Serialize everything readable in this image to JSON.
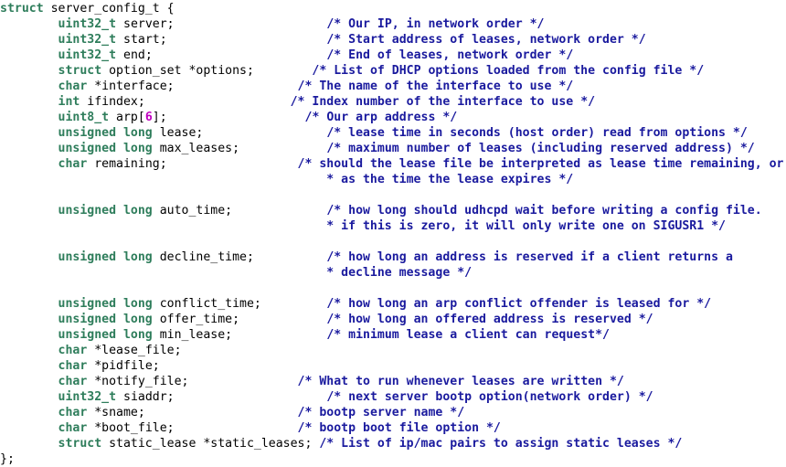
{
  "document": {
    "language": "C",
    "struct_name": "server_config_t",
    "colors": {
      "background": "#ffffff",
      "plain": "#000000",
      "keyword": "#2e7d5b",
      "comment": "#1a1a9e",
      "number": "#c000c0"
    },
    "indent_unit": "        ",
    "comment_column": 44
  },
  "lines": [
    {
      "index": 0,
      "tokens": [
        {
          "t": "keyword",
          "s": "struct"
        },
        {
          "t": "plain",
          "s": " server_config_t {"
        }
      ]
    },
    {
      "index": 1,
      "tokens": [
        {
          "t": "plain",
          "s": "        "
        },
        {
          "t": "keyword",
          "s": "uint32_t"
        },
        {
          "t": "plain",
          "s": " server;                     "
        },
        {
          "t": "comment",
          "s": "/* Our IP, in network order */"
        }
      ]
    },
    {
      "index": 2,
      "tokens": [
        {
          "t": "plain",
          "s": "        "
        },
        {
          "t": "keyword",
          "s": "uint32_t"
        },
        {
          "t": "plain",
          "s": " start;                      "
        },
        {
          "t": "comment",
          "s": "/* Start address of leases, network order */"
        }
      ]
    },
    {
      "index": 3,
      "tokens": [
        {
          "t": "plain",
          "s": "        "
        },
        {
          "t": "keyword",
          "s": "uint32_t"
        },
        {
          "t": "plain",
          "s": " end;                        "
        },
        {
          "t": "comment",
          "s": "/* End of leases, network order */"
        }
      ]
    },
    {
      "index": 4,
      "tokens": [
        {
          "t": "plain",
          "s": "        "
        },
        {
          "t": "keyword",
          "s": "struct"
        },
        {
          "t": "plain",
          "s": " option_set *options;        "
        },
        {
          "t": "comment",
          "s": "/* List of DHCP options loaded from the config file */"
        }
      ]
    },
    {
      "index": 5,
      "tokens": [
        {
          "t": "plain",
          "s": "        "
        },
        {
          "t": "keyword",
          "s": "char"
        },
        {
          "t": "plain",
          "s": " *interface;                 "
        },
        {
          "t": "comment",
          "s": "/* The name of the interface to use */"
        }
      ]
    },
    {
      "index": 6,
      "tokens": [
        {
          "t": "plain",
          "s": "        "
        },
        {
          "t": "keyword",
          "s": "int"
        },
        {
          "t": "plain",
          "s": " ifindex;                    "
        },
        {
          "t": "comment",
          "s": "/* Index number of the interface to use */"
        }
      ]
    },
    {
      "index": 7,
      "tokens": [
        {
          "t": "plain",
          "s": "        "
        },
        {
          "t": "keyword",
          "s": "uint8_t"
        },
        {
          "t": "plain",
          "s": " arp["
        },
        {
          "t": "number",
          "s": "6"
        },
        {
          "t": "plain",
          "s": "];                   "
        },
        {
          "t": "comment",
          "s": "/* Our arp address */"
        }
      ]
    },
    {
      "index": 8,
      "tokens": [
        {
          "t": "plain",
          "s": "        "
        },
        {
          "t": "keyword",
          "s": "unsigned long"
        },
        {
          "t": "plain",
          "s": " lease;                 "
        },
        {
          "t": "comment",
          "s": "/* lease time in seconds (host order) read from options */"
        }
      ]
    },
    {
      "index": 9,
      "tokens": [
        {
          "t": "plain",
          "s": "        "
        },
        {
          "t": "keyword",
          "s": "unsigned long"
        },
        {
          "t": "plain",
          "s": " max_leases;            "
        },
        {
          "t": "comment",
          "s": "/* maximum number of leases (including reserved address) */"
        }
      ]
    },
    {
      "index": 10,
      "tokens": [
        {
          "t": "plain",
          "s": "        "
        },
        {
          "t": "keyword",
          "s": "char"
        },
        {
          "t": "plain",
          "s": " remaining;                  "
        },
        {
          "t": "comment",
          "s": "/* should the lease file be interpreted as lease time remaining, or"
        }
      ]
    },
    {
      "index": 11,
      "tokens": [
        {
          "t": "plain",
          "s": "                                            "
        },
        {
          "t": "comment",
          "s": " * as the time the lease expires */"
        }
      ]
    },
    {
      "index": 12,
      "tokens": [
        {
          "t": "plain",
          "s": ""
        }
      ]
    },
    {
      "index": 13,
      "tokens": [
        {
          "t": "plain",
          "s": "        "
        },
        {
          "t": "keyword",
          "s": "unsigned long"
        },
        {
          "t": "plain",
          "s": " auto_time;             "
        },
        {
          "t": "comment",
          "s": "/* how long should udhcpd wait before writing a config file."
        }
      ]
    },
    {
      "index": 14,
      "tokens": [
        {
          "t": "plain",
          "s": "                                            "
        },
        {
          "t": "comment",
          "s": " * if this is zero, it will only write one on SIGUSR1 */"
        }
      ]
    },
    {
      "index": 15,
      "tokens": [
        {
          "t": "plain",
          "s": ""
        }
      ]
    },
    {
      "index": 16,
      "tokens": [
        {
          "t": "plain",
          "s": "        "
        },
        {
          "t": "keyword",
          "s": "unsigned long"
        },
        {
          "t": "plain",
          "s": " decline_time;          "
        },
        {
          "t": "comment",
          "s": "/* how long an address is reserved if a client returns a"
        }
      ]
    },
    {
      "index": 17,
      "tokens": [
        {
          "t": "plain",
          "s": "                                            "
        },
        {
          "t": "comment",
          "s": " * decline message */"
        }
      ]
    },
    {
      "index": 18,
      "tokens": [
        {
          "t": "plain",
          "s": ""
        }
      ]
    },
    {
      "index": 19,
      "tokens": [
        {
          "t": "plain",
          "s": "        "
        },
        {
          "t": "keyword",
          "s": "unsigned long"
        },
        {
          "t": "plain",
          "s": " conflict_time;         "
        },
        {
          "t": "comment",
          "s": "/* how long an arp conflict offender is leased for */"
        }
      ]
    },
    {
      "index": 20,
      "tokens": [
        {
          "t": "plain",
          "s": "        "
        },
        {
          "t": "keyword",
          "s": "unsigned long"
        },
        {
          "t": "plain",
          "s": " offer_time;            "
        },
        {
          "t": "comment",
          "s": "/* how long an offered address is reserved */"
        }
      ]
    },
    {
      "index": 21,
      "tokens": [
        {
          "t": "plain",
          "s": "        "
        },
        {
          "t": "keyword",
          "s": "unsigned long"
        },
        {
          "t": "plain",
          "s": " min_lease;             "
        },
        {
          "t": "comment",
          "s": "/* minimum lease a client can request*/"
        }
      ]
    },
    {
      "index": 22,
      "tokens": [
        {
          "t": "plain",
          "s": "        "
        },
        {
          "t": "keyword",
          "s": "char"
        },
        {
          "t": "plain",
          "s": " *lease_file;"
        }
      ]
    },
    {
      "index": 23,
      "tokens": [
        {
          "t": "plain",
          "s": "        "
        },
        {
          "t": "keyword",
          "s": "char"
        },
        {
          "t": "plain",
          "s": " *pidfile;"
        }
      ]
    },
    {
      "index": 24,
      "tokens": [
        {
          "t": "plain",
          "s": "        "
        },
        {
          "t": "keyword",
          "s": "char"
        },
        {
          "t": "plain",
          "s": " *notify_file;               "
        },
        {
          "t": "comment",
          "s": "/* What to run whenever leases are written */"
        }
      ]
    },
    {
      "index": 25,
      "tokens": [
        {
          "t": "plain",
          "s": "        "
        },
        {
          "t": "keyword",
          "s": "uint32_t"
        },
        {
          "t": "plain",
          "s": " siaddr;                     "
        },
        {
          "t": "comment",
          "s": "/* next server bootp option(network order) */"
        }
      ]
    },
    {
      "index": 26,
      "tokens": [
        {
          "t": "plain",
          "s": "        "
        },
        {
          "t": "keyword",
          "s": "char"
        },
        {
          "t": "plain",
          "s": " *sname;                     "
        },
        {
          "t": "comment",
          "s": "/* bootp server name */"
        }
      ]
    },
    {
      "index": 27,
      "tokens": [
        {
          "t": "plain",
          "s": "        "
        },
        {
          "t": "keyword",
          "s": "char"
        },
        {
          "t": "plain",
          "s": " *boot_file;                 "
        },
        {
          "t": "comment",
          "s": "/* bootp boot file option */"
        }
      ]
    },
    {
      "index": 28,
      "tokens": [
        {
          "t": "plain",
          "s": "        "
        },
        {
          "t": "keyword",
          "s": "struct"
        },
        {
          "t": "plain",
          "s": " static_lease *static_leases; "
        },
        {
          "t": "comment",
          "s": "/* List of ip/mac pairs to assign static leases */"
        }
      ]
    },
    {
      "index": 29,
      "tokens": [
        {
          "t": "plain",
          "s": "};"
        }
      ]
    }
  ]
}
